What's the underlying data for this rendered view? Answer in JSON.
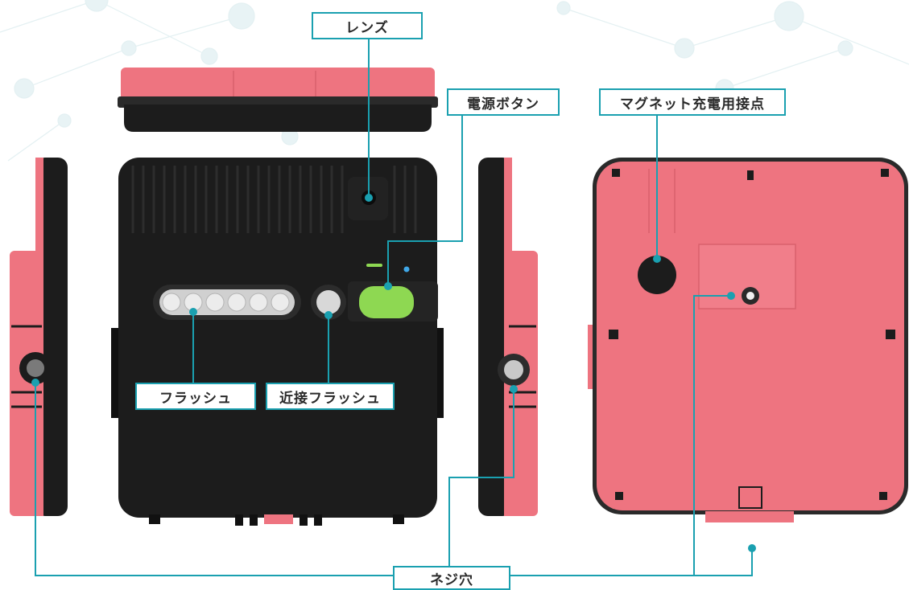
{
  "labels": {
    "lens": "レンズ",
    "power_button": "電源ボタン",
    "magnet_contact": "マグネット充電用接点",
    "flash": "フラッシュ",
    "proximity_flash": "近接フラッシュ",
    "screw_hole": "ネジ穴"
  },
  "colors": {
    "accent": "#1aa0b0",
    "body_pink": "#ee7480",
    "body_black": "#1c1c1c",
    "power_green": "#8ed852"
  }
}
